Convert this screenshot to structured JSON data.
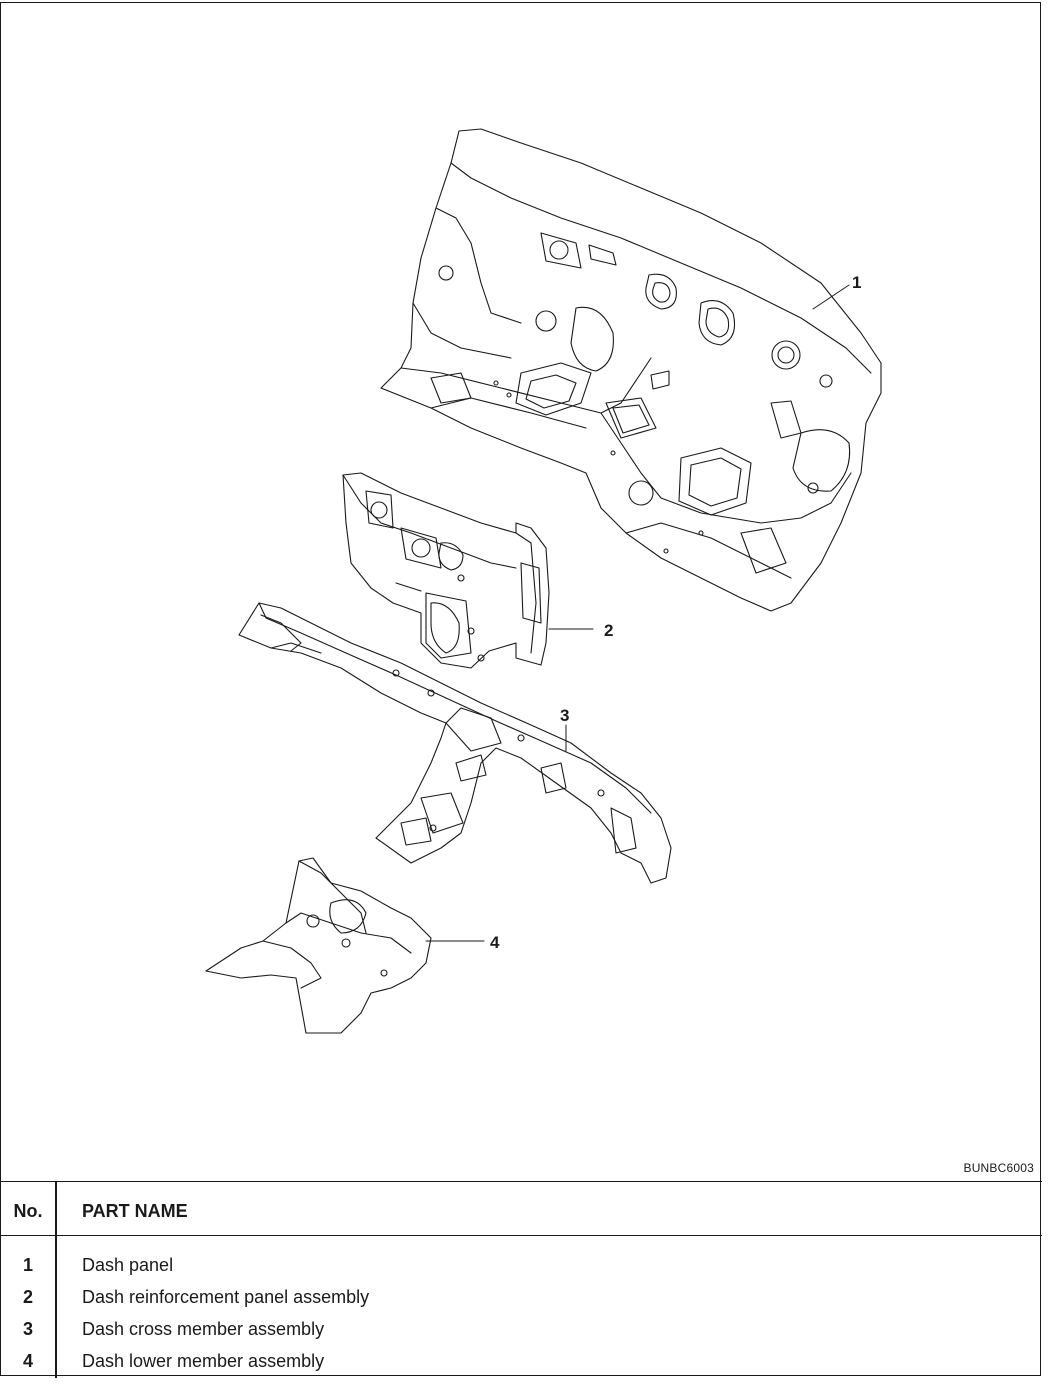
{
  "figure": {
    "code": "BUNBC6003",
    "callouts": [
      {
        "label": "1"
      },
      {
        "label": "2"
      },
      {
        "label": "3"
      },
      {
        "label": "4"
      }
    ]
  },
  "parts_table": {
    "headers": {
      "no": "No.",
      "part_name": "PART NAME"
    },
    "rows": [
      {
        "no": "1",
        "name": "Dash panel"
      },
      {
        "no": "2",
        "name": "Dash reinforcement panel assembly"
      },
      {
        "no": "3",
        "name": "Dash cross member assembly"
      },
      {
        "no": "4",
        "name": "Dash lower member assembly"
      }
    ]
  }
}
